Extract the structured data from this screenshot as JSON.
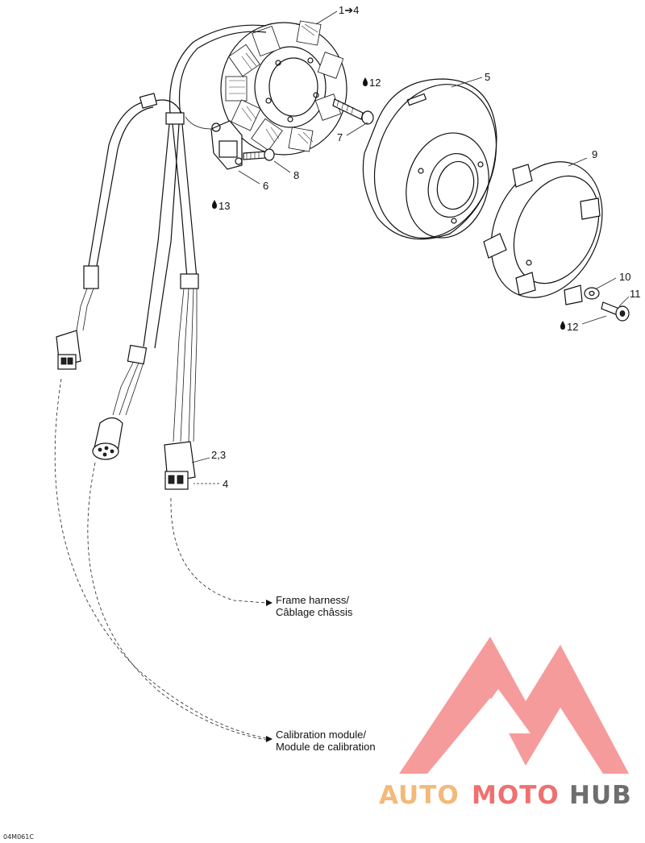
{
  "callouts": {
    "c1_4": "1➔4",
    "c5": "5",
    "c6": "6",
    "c7": "7",
    "c8": "8",
    "c9": "9",
    "c10": "10",
    "c11": "11",
    "c12a": "12",
    "c12b": "12",
    "c13": "13",
    "c2_3": "2,3",
    "c4": "4"
  },
  "captions": {
    "frame_line1": "Frame harness/",
    "frame_line2": "Câblage châssis",
    "calib_line1": "Calibration module/",
    "calib_line2": "Module de calibration"
  },
  "diagram_code": "04M061C",
  "watermark": {
    "word_auto": "AUTO",
    "word_moto": "MOTO",
    "word_hub": "HUB",
    "color_auto": "#f3b97a",
    "color_moto": "#f07070",
    "color_hub": "#6e6e6e",
    "color_logo": "#f47a7a"
  }
}
